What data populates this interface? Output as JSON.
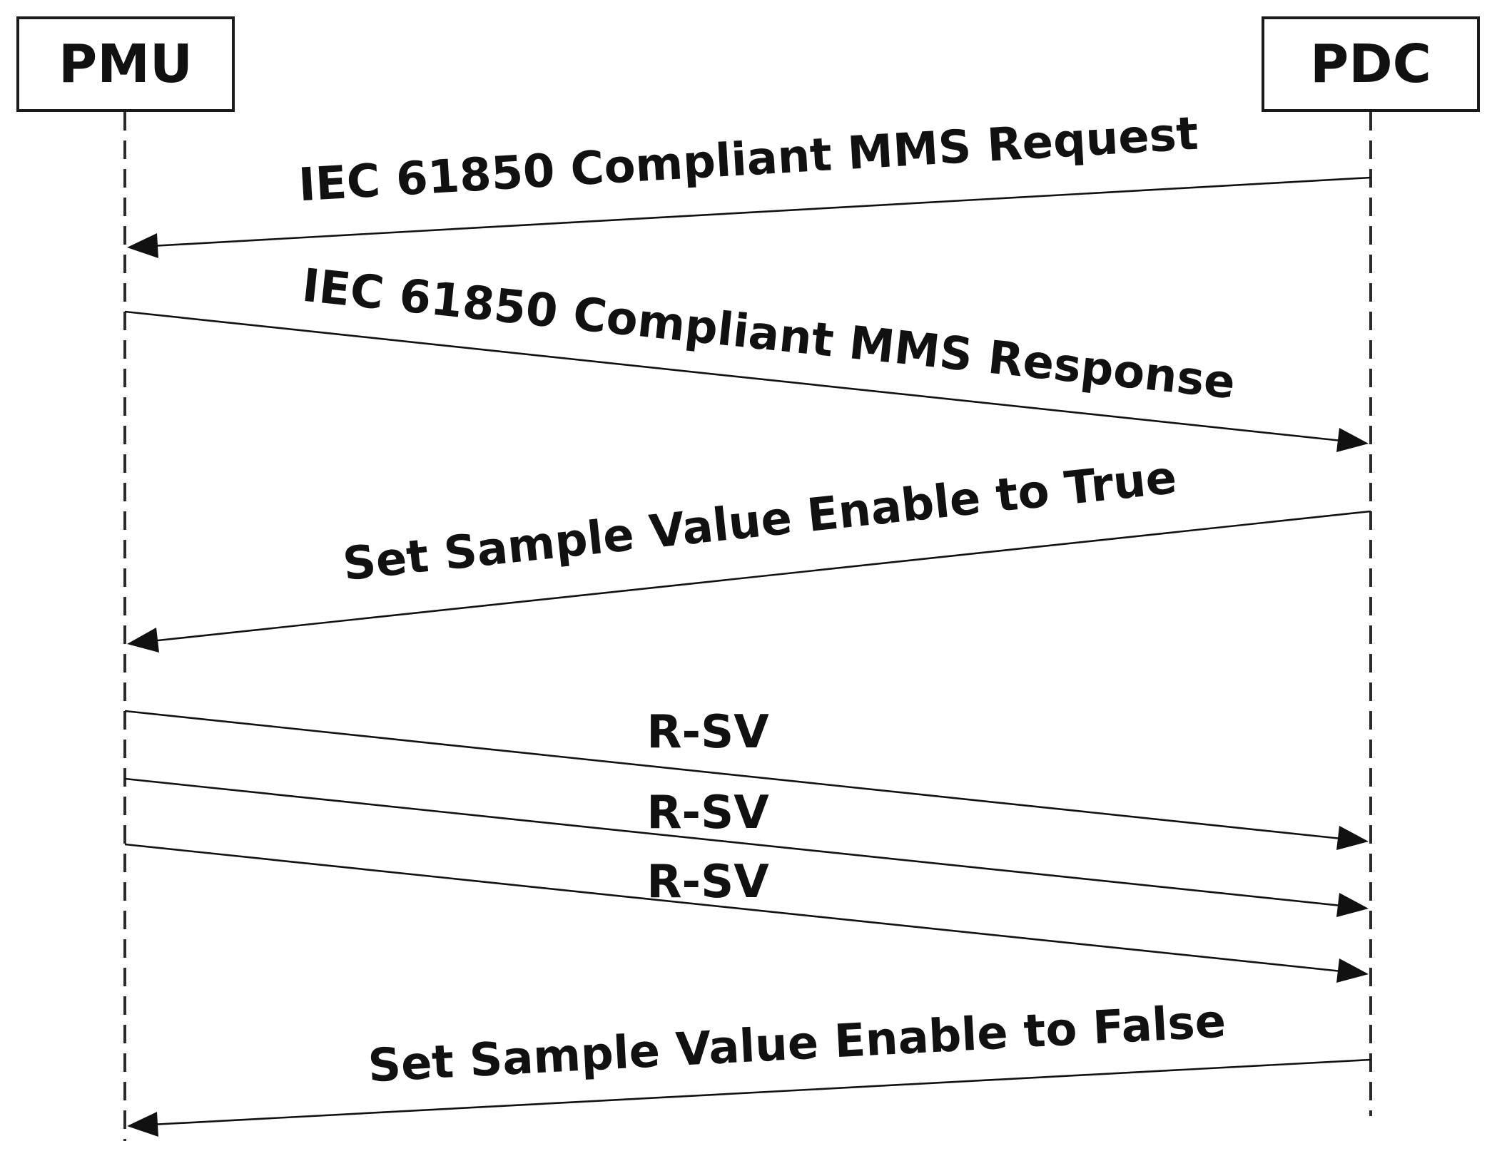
{
  "diagram": {
    "type": "sequence-diagram",
    "participants": [
      {
        "id": "pmu",
        "label": "PMU"
      },
      {
        "id": "pdc",
        "label": "PDC"
      }
    ],
    "messages": [
      {
        "from": "pdc",
        "to": "pmu",
        "label": "IEC 61850 Compliant MMS Request"
      },
      {
        "from": "pmu",
        "to": "pdc",
        "label": "IEC 61850 Compliant MMS Response"
      },
      {
        "from": "pdc",
        "to": "pmu",
        "label": "Set Sample Value Enable to True"
      },
      {
        "from": "pmu",
        "to": "pdc",
        "label": "R-SV"
      },
      {
        "from": "pmu",
        "to": "pdc",
        "label": "R-SV"
      },
      {
        "from": "pmu",
        "to": "pdc",
        "label": "R-SV"
      },
      {
        "from": "pdc",
        "to": "pmu",
        "label": "Set Sample Value Enable to False"
      }
    ]
  }
}
